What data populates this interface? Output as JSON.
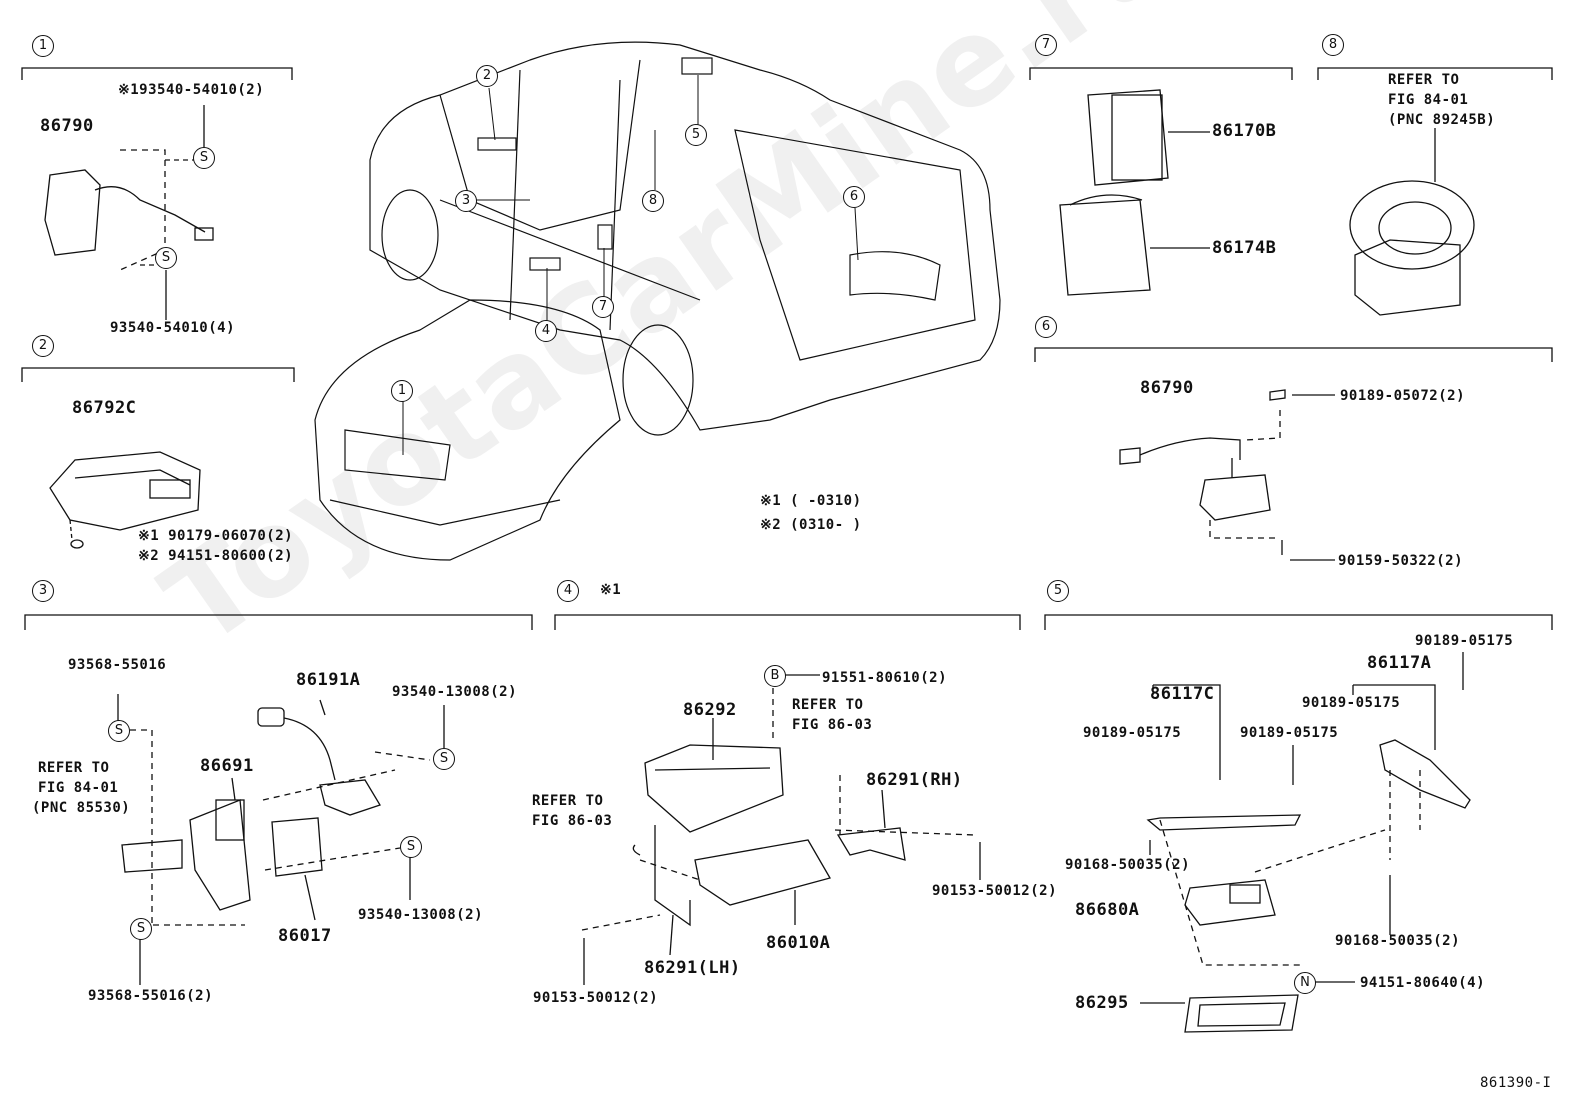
{
  "watermark": "ToyotaCarMine.ru",
  "diagram_id": "861390-I",
  "sections": {
    "s1": {
      "num": "1",
      "p_86790": "86790",
      "p_top": "※193540-54010(2)",
      "p_bottom": "93540-54010(4)"
    },
    "s2": {
      "num": "2",
      "p_86792c": "86792C",
      "p_a": "※1 90179-06070(2)",
      "p_b": "※2 94151-80600(2)"
    },
    "s3": {
      "num": "3",
      "p_1": "93568-55016",
      "p_2": "86191A",
      "p_3": "93540-13008(2)",
      "p_4": "86691",
      "ref1": "REFER TO",
      "ref2": "FIG 84-01",
      "ref3": "(PNC 85530)",
      "p_5": "93540-13008(2)",
      "p_6": "86017",
      "p_7": "93568-55016(2)"
    },
    "s4": {
      "num": "4",
      "flag": "※1",
      "p_1": "91551-80610(2)",
      "ref1": "REFER TO",
      "ref2": "FIG 86-03",
      "p_2": "86292",
      "p_3": "86291(RH)",
      "refb1": "REFER TO",
      "refb2": "FIG 86-03",
      "p_4": "90153-50012(2)",
      "p_5": "86010A",
      "p_6": "86291(LH)",
      "p_7": "90153-50012(2)"
    },
    "s5": {
      "num": "5",
      "p_1": "90189-05175",
      "p_2": "86117A",
      "p_3": "86117C",
      "p_4": "90189-05175",
      "p_5": "90189-05175",
      "p_6": "90189-05175",
      "p_7": "90168-50035(2)",
      "p_8": "86680A",
      "p_9": "90168-50035(2)",
      "p_10": "94151-80640(4)",
      "p_11": "86295"
    },
    "s6": {
      "num": "6",
      "p_1": "86790",
      "p_2": "90189-05072(2)",
      "p_3": "90159-50322(2)"
    },
    "s7": {
      "num": "7",
      "p_1": "86170B",
      "p_2": "86174B"
    },
    "s8": {
      "num": "8",
      "ref1": "REFER TO",
      "ref2": "FIG 84-01",
      "ref3": "(PNC 89245B)"
    }
  },
  "notes": {
    "n1": "※1 (     -0310)",
    "n2": "※2 (0310-     )"
  },
  "car_callouts": [
    "1",
    "2",
    "3",
    "4",
    "5",
    "6",
    "7",
    "8"
  ],
  "markers": {
    "s": "S",
    "b": "B",
    "n": "N"
  }
}
